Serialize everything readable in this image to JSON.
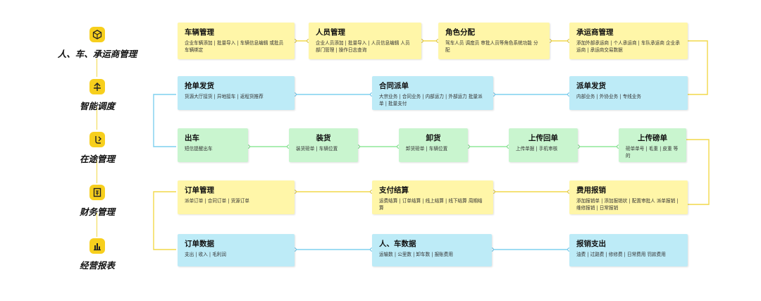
{
  "categories": [
    {
      "label": "人、车、承运商管理",
      "icon": "cube-icon"
    },
    {
      "label": "智能调度",
      "icon": "route-icon"
    },
    {
      "label": "在途管理",
      "icon": "tracking-icon"
    },
    {
      "label": "财务管理",
      "icon": "ledger-icon"
    },
    {
      "label": "经营报表",
      "icon": "bar-chart-icon"
    }
  ],
  "cards": {
    "vehicle": {
      "title": "车辆管理",
      "desc": "企业车辆添加 | 批量导入 | 车辆信息编辑 或批员车辆绑定"
    },
    "personnel": {
      "title": "人员管理",
      "desc": "企业人员添加 | 批量导入 | 人员信息编辑 人员部门管理 | 操作日志查询"
    },
    "role": {
      "title": "角色分配",
      "desc": "驾车人员 调度员 审批人员等角色系统功能 分配"
    },
    "carrier": {
      "title": "承运商管理",
      "desc": "添加外部承运商 | 个人承运商 | 车队承运商 企业承运商 | 承运商交易数据"
    },
    "grab": {
      "title": "抢单发货",
      "desc": "货源大厅接货 | 异地接车 | 返程货推荐"
    },
    "contract": {
      "title": "合同派单",
      "desc": "大宗业务 | 合同业务 | 内部运力 | 外部运力 批量派单 | 批量支付"
    },
    "dispatch": {
      "title": "派单发货",
      "desc": "内部业务 | 外协业务 | 专线业务"
    },
    "depart": {
      "title": "出车",
      "desc": "短信提醒出车"
    },
    "load": {
      "title": "装货",
      "desc": "装货磅单 | 车辆位置"
    },
    "unload": {
      "title": "卸货",
      "desc": "卸货磅单 | 车辆位置"
    },
    "receipt": {
      "title": "上传回单",
      "desc": "上传单据 | 手机审核"
    },
    "upload": {
      "title": "上传磅单",
      "desc": "磅单单号 | 毛重 | 皮重 等的"
    },
    "order": {
      "title": "订单管理",
      "desc": "派单订单 | 合同订单 | 货源订单"
    },
    "settle": {
      "title": "支付结算",
      "desc": "运费结算 | 订单结算 | 线上结算 | 线下结算 周期结算"
    },
    "expense": {
      "title": "费用报销",
      "desc": "添加报销单 | 添加报销状 | 配置审批人 派单报销 | 维修报销 | 日常报销"
    },
    "orderdata": {
      "title": "订单数据",
      "desc": "支出 | 收入 | 毛利润"
    },
    "peopledata": {
      "title": "人、车数据",
      "desc": "运输数 | 公里数 | 卸车数 | 报账费用"
    },
    "reimburse": {
      "title": "报销支出",
      "desc": "油费 | 过路费 | 修修费 | 日常费用 罚款费用"
    }
  },
  "colors": {
    "yellow": "#fff6a8",
    "blue": "#bdebf7",
    "green": "#c9f5cf",
    "accent": "#f7cf1d",
    "wire_yellow": "#f2d94a",
    "wire_blue": "#7fd0ef",
    "wire_green": "#8fe89a"
  }
}
